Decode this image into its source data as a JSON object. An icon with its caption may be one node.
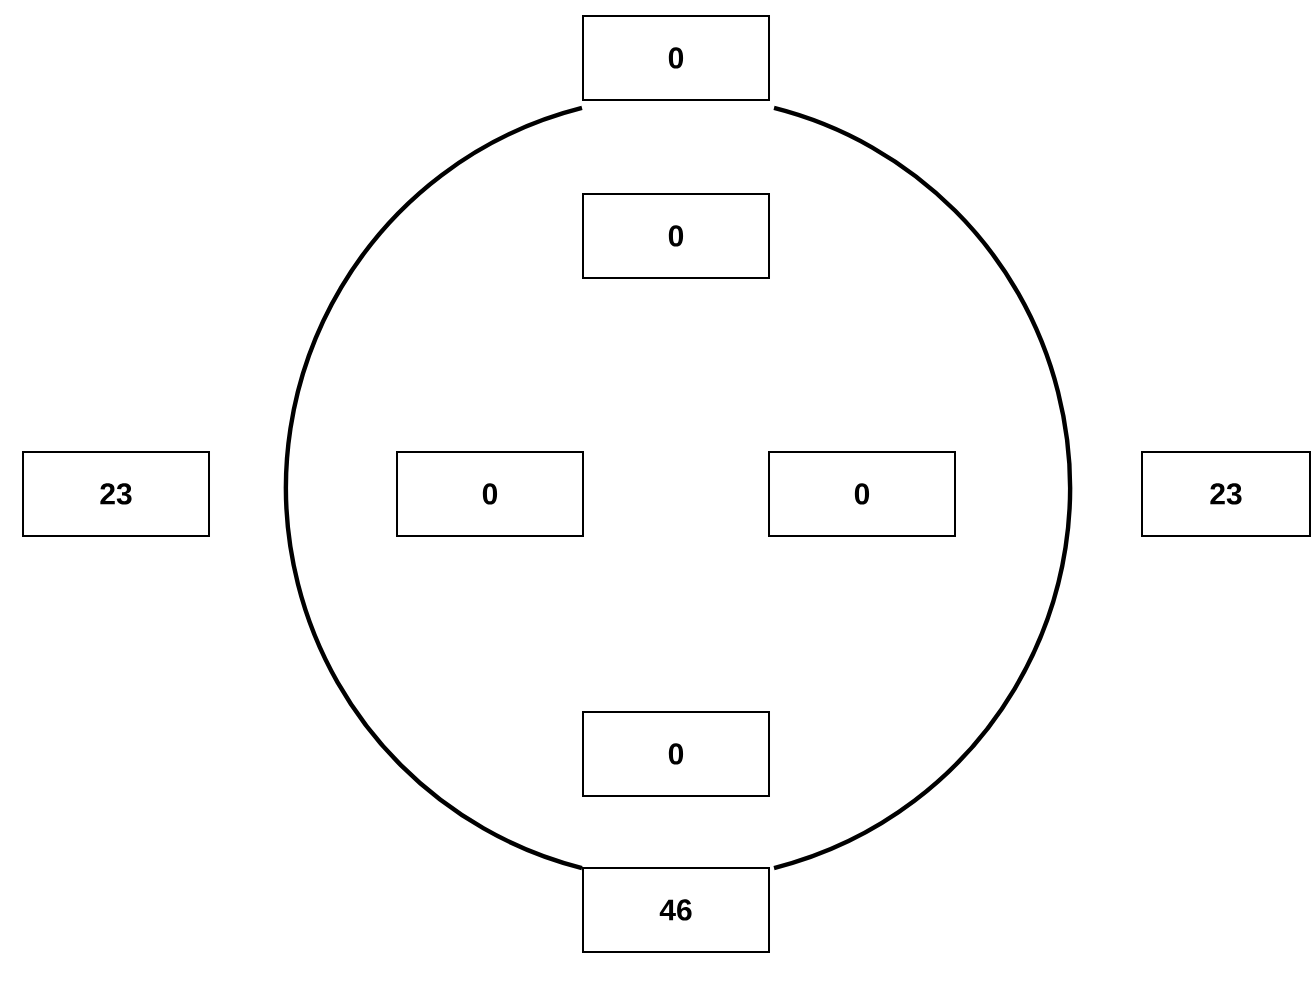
{
  "diagram": {
    "nodes": [
      {
        "text": [],
        "shape": "circle"
      },
      {
        "text": [
          "0"
        ]
      },
      {
        "text": [
          "0"
        ],
        "in": 0
      },
      {
        "text": [
          "23"
        ]
      },
      {
        "text": [
          "0"
        ],
        "in": 0
      },
      {
        "text": [
          "0"
        ],
        "in": 0
      },
      {
        "text": [
          "23"
        ]
      },
      {
        "text": [
          "0"
        ],
        "in": 0
      },
      {
        "text": [
          "46"
        ]
      }
    ]
  }
}
